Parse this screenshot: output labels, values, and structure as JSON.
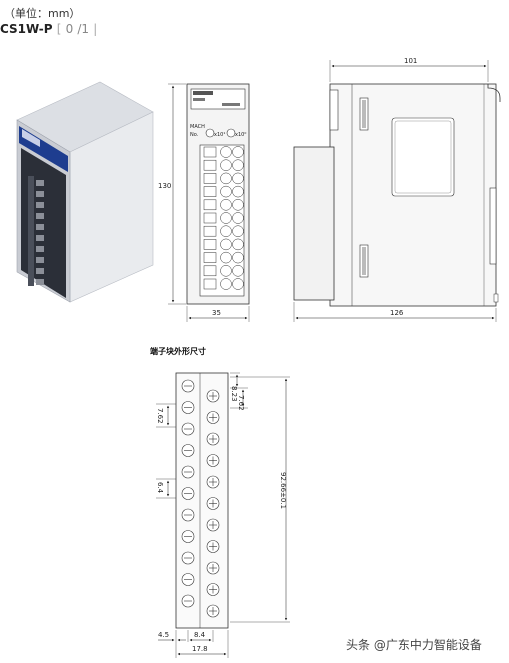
{
  "header": {
    "unit": "（单位：mm）",
    "model_prefix": "CS1W-P",
    "model_mid": "0",
    "model_suffix": "/1"
  },
  "front_view": {
    "height_label": "130",
    "width_label": "35",
    "panel_text_1": "MACH",
    "panel_text_2": "No.",
    "knob_1": "x10¹",
    "knob_2": "x10⁰"
  },
  "side_view": {
    "depth_top_label": "101",
    "depth_bottom_label": "126"
  },
  "terminal": {
    "title": "端子块外形尺寸",
    "dim_top_1": "8.23",
    "dim_top_2": "7.62",
    "dim_left_pitch": "7.62",
    "dim_left_small": "6.4",
    "dim_total_height": "92.66±0.1",
    "dim_bottom_1": "4.5",
    "dim_bottom_2": "8.4",
    "dim_bottom_total": "17.8"
  },
  "watermark": {
    "text": "头条 @广东中力智能设备"
  }
}
